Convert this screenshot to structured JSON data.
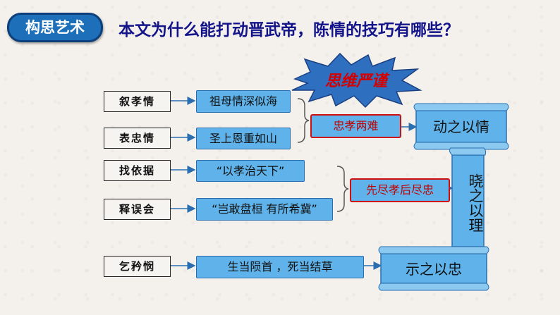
{
  "header": {
    "badge": "构思艺术",
    "question": "本文为什么能打动晋武帝，陈情的技巧有哪些？"
  },
  "burst_text": "思维严谨",
  "labels": [
    "叙孝情",
    "表忠情",
    "找依据",
    "释误会",
    "乞矜悯"
  ],
  "boxes": {
    "b1": "祖母情深似海",
    "b2": "圣上恩重如山",
    "b3": "“以孝治天下”",
    "b4": "“岂敢盘桓  有所希冀”",
    "b5": "生当陨首 ，死当结草"
  },
  "mid": {
    "m1": "忠孝两难",
    "m2": "先尽孝后尽忠"
  },
  "scrolls": {
    "s1": "动之以情",
    "s2": "晓之以理",
    "s3": "示之以忠"
  },
  "colors": {
    "badge": "#1c6fb8",
    "title": "#14148a",
    "box_fill": "#5fb3ea",
    "red_border": "#d01010",
    "burst_fill": "#2f6fc0",
    "burst_text": "#d40000"
  }
}
